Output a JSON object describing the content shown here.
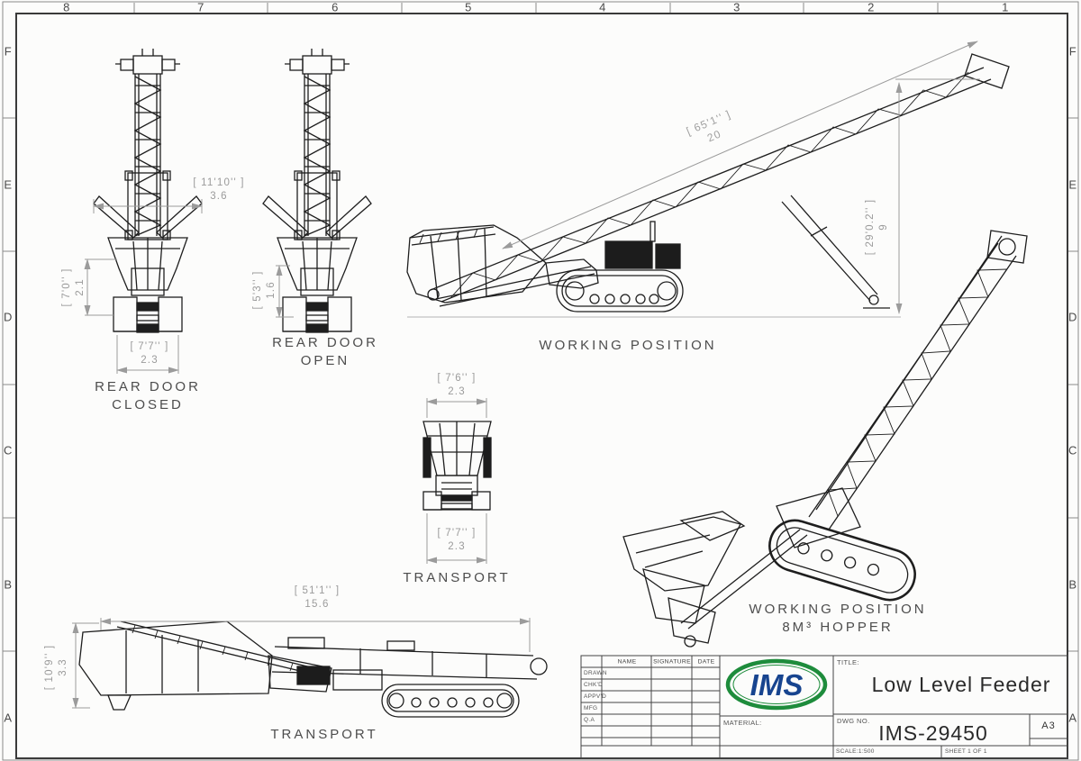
{
  "border": {
    "columns": [
      "8",
      "7",
      "6",
      "5",
      "4",
      "3",
      "2",
      "1"
    ],
    "rows_left": [
      "F",
      "E",
      "D",
      "C",
      "B",
      "A"
    ],
    "rows_right": [
      "F",
      "E",
      "D",
      "C",
      "B",
      "A"
    ]
  },
  "views": {
    "rear_door_closed": {
      "label_line1": "REAR DOOR",
      "label_line2": "CLOSED",
      "dim_width_top": {
        "imperial": "[ 11'10'' ]",
        "metric": "3.6"
      },
      "dim_height_left": {
        "imperial": "[ 7'0'' ]",
        "metric": "2.1"
      },
      "dim_width_bottom": {
        "imperial": "[ 7'7'' ]",
        "metric": "2.3"
      }
    },
    "rear_door_open": {
      "label_line1": "REAR DOOR",
      "label_line2": "OPEN",
      "dim_height_left": {
        "imperial": "[ 5'3'' ]",
        "metric": "1.6"
      }
    },
    "working_position": {
      "label": "WORKING POSITION",
      "dim_length": {
        "imperial": "[ 65'1'' ]",
        "metric": "20"
      },
      "dim_height": {
        "imperial": "[ 29'0.2'' ]",
        "metric": "9"
      }
    },
    "transport_front": {
      "label": "TRANSPORT",
      "dim_width_top": {
        "imperial": "[ 7'6'' ]",
        "metric": "2.3"
      },
      "dim_width_bottom": {
        "imperial": "[ 7'7'' ]",
        "metric": "2.3"
      }
    },
    "working_position_hopper": {
      "label_line1": "WORKING POSITION",
      "label_line2": "8M³ HOPPER"
    },
    "transport_side": {
      "label": "TRANSPORT",
      "dim_length_top": {
        "imperial": "[ 51'1'' ]",
        "metric": "15.6"
      },
      "dim_height_left": {
        "imperial": "[ 10'9'' ]",
        "metric": "3.3"
      }
    }
  },
  "title_block": {
    "approval": {
      "headers": [
        "NAME",
        "SIGNATURE",
        "DATE"
      ],
      "rows": [
        "DRAWN",
        "CHK'D",
        "APPV'D",
        "MFG",
        "Q.A"
      ]
    },
    "logo_text": "IMS",
    "material_label": "MATERIAL:",
    "title_label": "TITLE:",
    "title": "Low Level Feeder",
    "dwg_no_label": "DWG NO.",
    "dwg_no": "IMS-29450",
    "paper_size": "A3",
    "scale": "SCALE:1:500",
    "sheet": "SHEET 1 OF 1"
  },
  "colors": {
    "line_dark": "#1e1e1e",
    "dim_gray": "#9b9b9b",
    "frame": "#3a3a3a",
    "logo_green": "#1e8c3c",
    "logo_blue": "#17448f"
  }
}
